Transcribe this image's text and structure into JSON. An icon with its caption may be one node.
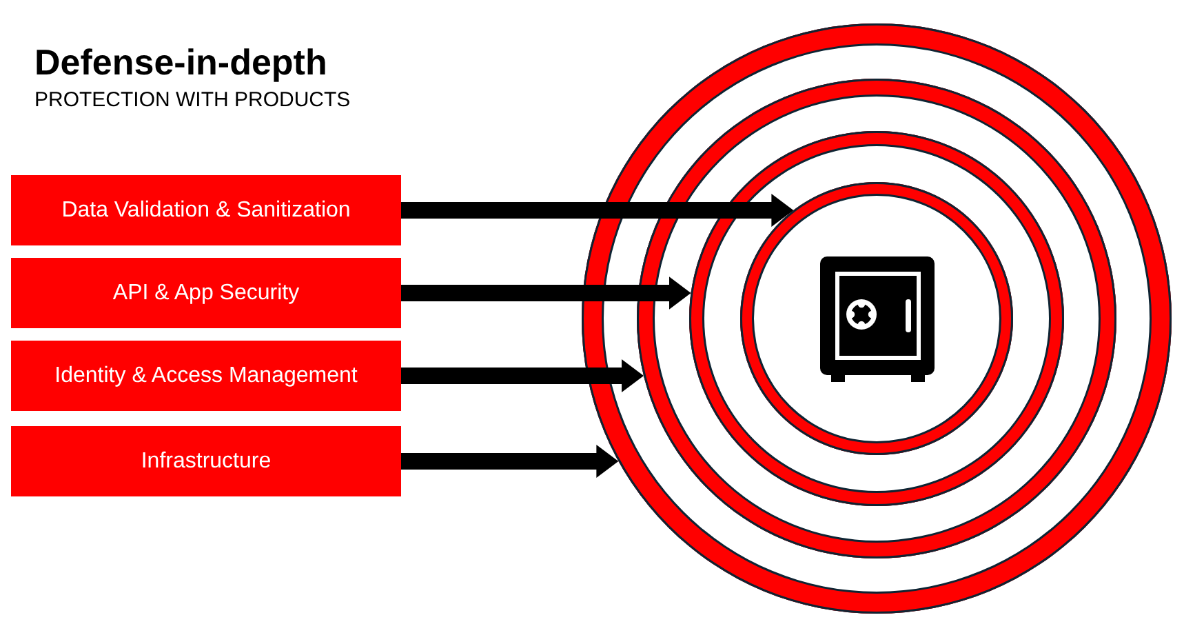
{
  "diagram": {
    "title": "Defense-in-depth",
    "nodes": [
      {
        "text": [
          "Data Validation & Sanitization"
        ]
      },
      {
        "text": [
          "API & App Security"
        ]
      },
      {
        "text": [
          "Identity & Access Management"
        ]
      },
      {
        "text": [
          "Infrastructure"
        ]
      },
      {
        "text": [],
        "shape": "circle"
      },
      {
        "text": [],
        "shape": "circle",
        "in": 4
      },
      {
        "text": [],
        "shape": "circle",
        "in": 5
      },
      {
        "text": [],
        "shape": "circle",
        "in": 6
      }
    ],
    "edges": [
      {
        "from": 0,
        "to": 7,
        "arrow": "to"
      },
      {
        "from": 1,
        "to": 6,
        "arrow": "to"
      },
      {
        "from": 2,
        "to": 5,
        "arrow": "to"
      },
      {
        "from": 3,
        "to": 4,
        "arrow": "to"
      }
    ],
    "labels": [
      "PROTECTION WITH PRODUCTS"
    ]
  }
}
